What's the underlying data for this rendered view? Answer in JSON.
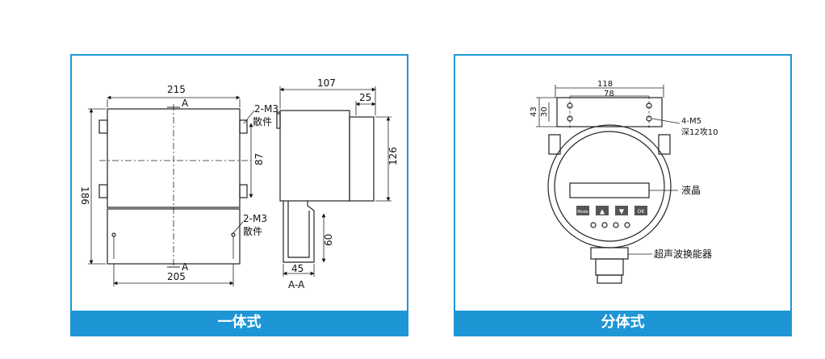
{
  "left_panel": {
    "caption": "一体式",
    "dimensions": {
      "width_top": "215",
      "width_bottom": "205",
      "height_total": "186",
      "height_87": "87",
      "depth": "107",
      "depth_25": "25",
      "height_126": "126",
      "height_60": "60",
      "width_45": "45"
    },
    "section_marks": {
      "a_top": "A",
      "a_bottom": "A",
      "section_label": "A-A"
    },
    "callouts": {
      "upper_screw": "2-M3",
      "upper_part": "散件",
      "lower_screw": "2-M3",
      "lower_part": "散件"
    }
  },
  "right_panel": {
    "caption": "分体式",
    "dimensions": {
      "width_118": "118",
      "width_78": "78",
      "height_43": "43",
      "height_30": "30"
    },
    "callouts": {
      "holes": "4-M5",
      "holes_depth": "深12攻10",
      "lcd": "液晶",
      "sensor": "超声波换能器"
    },
    "buttons": [
      "Mode",
      "▲",
      "▼",
      "OK"
    ]
  },
  "colors": {
    "accent": "#1e96d6",
    "line": "#222222"
  }
}
